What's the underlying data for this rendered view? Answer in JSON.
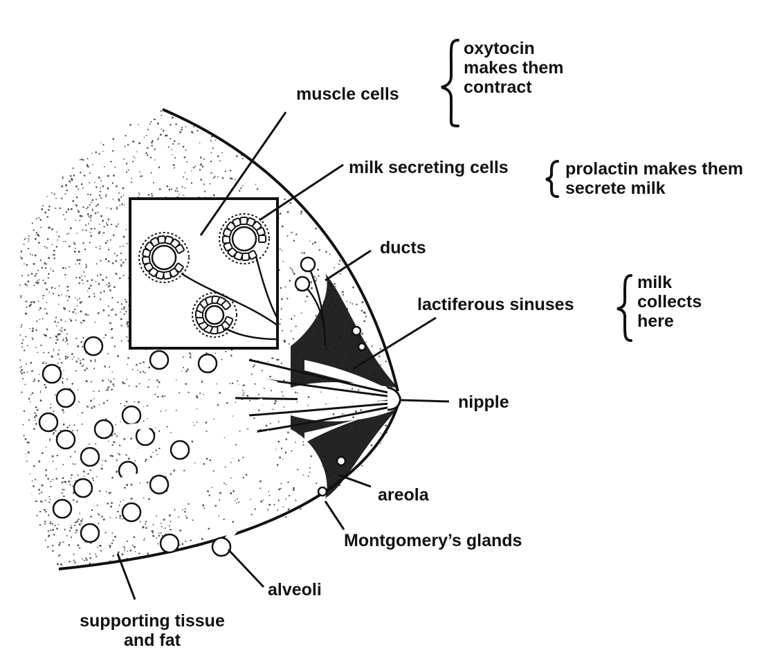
{
  "labels": {
    "muscle_cells": "muscle cells",
    "milk_secreting_cells": "milk secreting cells",
    "ducts": "ducts",
    "lactiferous_sinuses": "lactiferous sinuses",
    "nipple": "nipple",
    "areola": "areola",
    "montgomerys_glands": "Montgomery’s glands",
    "alveoli": "alveoli",
    "supporting_tissue": [
      "supporting tissue",
      "and fat"
    ]
  },
  "notes": {
    "oxytocin": [
      "oxytocin",
      "makes them",
      "contract"
    ],
    "prolactin": [
      "prolactin makes them",
      "secrete milk"
    ],
    "milk_collects": [
      "milk",
      "collects",
      "here"
    ]
  },
  "colors": {
    "ink": "#111111",
    "stipple": "#555555",
    "background": "#ffffff"
  }
}
